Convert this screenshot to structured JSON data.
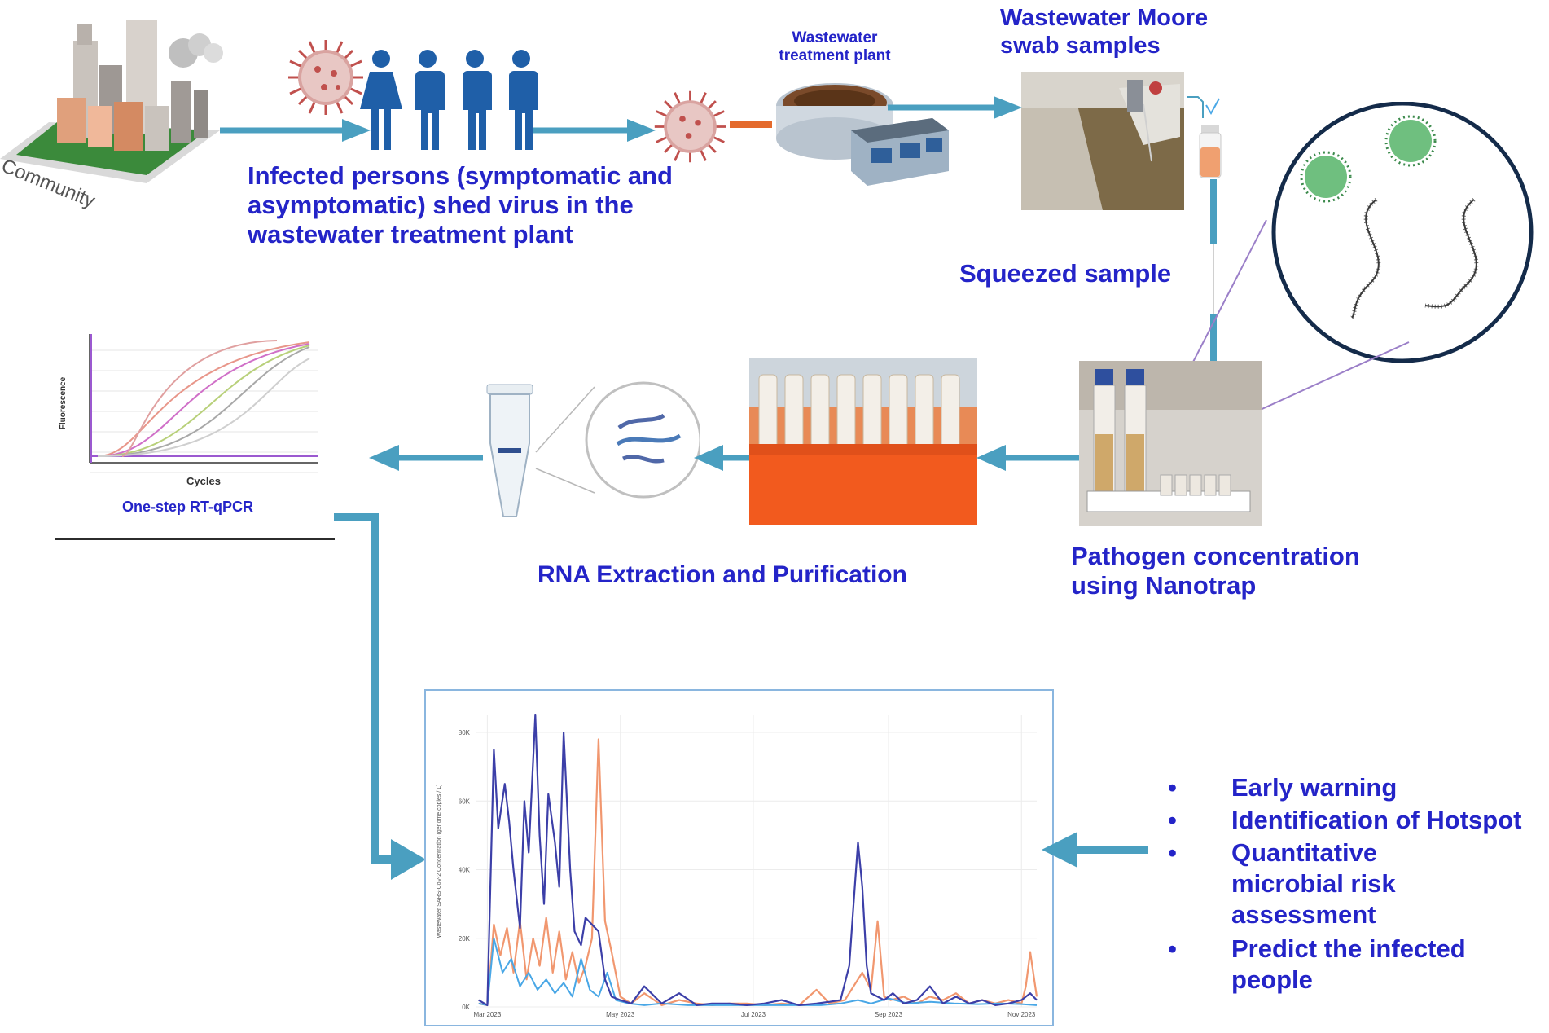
{
  "labels": {
    "community": "Community",
    "infected_persons": [
      "Infected persons (symptomatic and",
      "asymptomatic) shed virus in the",
      "wastewater treatment plant"
    ],
    "wwtp": [
      "Wastewater",
      "treatment plant"
    ],
    "moore_swab": [
      "Wastewater Moore",
      "swab samples"
    ],
    "squeezed": "Squeezed sample",
    "pathogen_concentration": [
      "Pathogen concentration",
      "using Nanotrap"
    ],
    "rna_extraction": "RNA Extraction and Purification",
    "rtqpcr": "One-step RT-qPCR"
  },
  "qpcr_plot": {
    "ylabel": "Fluorescence",
    "xlabel": "Cycles"
  },
  "outcomes": [
    "Early warning",
    "Identification of Hotspot",
    "Quantitative microbial risk assessment",
    "Predict the infected people"
  ],
  "colors": {
    "label_blue": "#2424c8",
    "arrow_teal": "#4a9fc0",
    "person_blue": "#1f5fa8",
    "virus_red": "#c0504d",
    "series_dark": "#3c3fa8",
    "series_orange": "#ef8c5f",
    "series_light": "#49a7e6"
  },
  "chart_data": {
    "type": "line",
    "ylabel": "Wastewater SARS-CoV-2 Concentration (genome copies / L)",
    "xlabel": "",
    "ylim": [
      0,
      85000
    ],
    "y_ticks": [
      "0K",
      "20K",
      "40K",
      "60K",
      "80K"
    ],
    "x_ticks": [
      "Mar 2023",
      "May 2023",
      "Jul 2023",
      "Sep 2023",
      "Nov 2023"
    ],
    "x_range": [
      "2023-02-24",
      "2023-11-08"
    ],
    "grid": true,
    "series": [
      {
        "x": [
          "2023-02-25",
          "2023-03-01",
          "2023-03-04",
          "2023-03-06",
          "2023-03-09",
          "2023-03-11",
          "2023-03-13",
          "2023-03-16",
          "2023-03-18",
          "2023-03-20",
          "2023-03-23",
          "2023-03-25",
          "2023-03-27",
          "2023-03-29",
          "2023-04-01",
          "2023-04-03",
          "2023-04-05",
          "2023-04-08",
          "2023-04-10",
          "2023-04-13",
          "2023-04-15",
          "2023-04-18",
          "2023-04-21",
          "2023-04-24",
          "2023-04-27",
          "2023-05-01",
          "2023-05-06",
          "2023-05-12",
          "2023-05-20",
          "2023-05-28",
          "2023-06-05",
          "2023-06-12",
          "2023-06-20",
          "2023-06-28",
          "2023-07-06",
          "2023-07-14",
          "2023-07-22",
          "2023-07-30",
          "2023-08-05",
          "2023-08-10",
          "2023-08-14",
          "2023-08-16",
          "2023-08-18",
          "2023-08-20",
          "2023-08-22",
          "2023-08-24",
          "2023-08-27",
          "2023-08-30",
          "2023-09-03",
          "2023-09-08",
          "2023-09-14",
          "2023-09-20",
          "2023-09-26",
          "2023-10-02",
          "2023-10-08",
          "2023-10-14",
          "2023-10-20",
          "2023-10-26",
          "2023-11-01",
          "2023-11-05",
          "2023-11-08"
        ],
        "values": [
          2000,
          500,
          75000,
          52000,
          65000,
          54000,
          40000,
          23000,
          60000,
          45000,
          85000,
          50000,
          30000,
          62000,
          48000,
          35000,
          80000,
          40000,
          22000,
          18000,
          26000,
          24000,
          22000,
          8000,
          3000,
          2000,
          1000,
          6000,
          1000,
          4000,
          500,
          1000,
          1000,
          500,
          1000,
          2000,
          500,
          1000,
          1500,
          2000,
          12000,
          30000,
          48000,
          35000,
          12000,
          4000,
          3000,
          2000,
          4000,
          1000,
          2000,
          6000,
          1000,
          3000,
          1000,
          2000,
          500,
          1000,
          2000,
          4000,
          2000
        ]
      },
      {
        "x": [
          "2023-02-25",
          "2023-03-01",
          "2023-03-04",
          "2023-03-07",
          "2023-03-10",
          "2023-03-13",
          "2023-03-16",
          "2023-03-19",
          "2023-03-22",
          "2023-03-25",
          "2023-03-28",
          "2023-03-31",
          "2023-04-03",
          "2023-04-06",
          "2023-04-09",
          "2023-04-12",
          "2023-04-15",
          "2023-04-18",
          "2023-04-21",
          "2023-04-24",
          "2023-04-27",
          "2023-05-01",
          "2023-05-06",
          "2023-05-12",
          "2023-05-20",
          "2023-05-28",
          "2023-06-05",
          "2023-06-12",
          "2023-06-20",
          "2023-06-28",
          "2023-07-06",
          "2023-07-14",
          "2023-07-22",
          "2023-07-30",
          "2023-08-05",
          "2023-08-12",
          "2023-08-16",
          "2023-08-20",
          "2023-08-24",
          "2023-08-27",
          "2023-08-30",
          "2023-09-02",
          "2023-09-08",
          "2023-09-14",
          "2023-09-20",
          "2023-09-26",
          "2023-10-02",
          "2023-10-08",
          "2023-10-14",
          "2023-10-20",
          "2023-10-26",
          "2023-11-01",
          "2023-11-03",
          "2023-11-05",
          "2023-11-08"
        ],
        "values": [
          1000,
          500,
          24000,
          15000,
          23000,
          10000,
          25000,
          8000,
          20000,
          12000,
          26000,
          10000,
          22000,
          8000,
          16000,
          7000,
          12000,
          20000,
          78000,
          25000,
          16000,
          3000,
          1000,
          4000,
          500,
          2000,
          1000,
          500,
          1000,
          1000,
          500,
          1000,
          500,
          5000,
          1000,
          2000,
          6000,
          10000,
          5000,
          25000,
          3000,
          2000,
          3000,
          1000,
          3000,
          2000,
          4000,
          1000,
          2000,
          1000,
          2000,
          1000,
          6000,
          16000,
          3000
        ]
      },
      {
        "x": [
          "2023-02-25",
          "2023-03-01",
          "2023-03-04",
          "2023-03-08",
          "2023-03-12",
          "2023-03-16",
          "2023-03-20",
          "2023-03-24",
          "2023-03-28",
          "2023-04-01",
          "2023-04-05",
          "2023-04-09",
          "2023-04-13",
          "2023-04-17",
          "2023-04-21",
          "2023-04-25",
          "2023-04-29",
          "2023-05-05",
          "2023-05-12",
          "2023-05-20",
          "2023-06-01",
          "2023-06-15",
          "2023-07-01",
          "2023-07-15",
          "2023-08-01",
          "2023-08-10",
          "2023-08-18",
          "2023-08-24",
          "2023-09-01",
          "2023-09-10",
          "2023-09-20",
          "2023-10-01",
          "2023-10-12",
          "2023-10-22",
          "2023-11-01",
          "2023-11-08"
        ],
        "values": [
          1000,
          500,
          20000,
          10000,
          14000,
          6000,
          10000,
          5000,
          8000,
          4000,
          7000,
          3000,
          14000,
          5000,
          3000,
          10000,
          2000,
          1000,
          500,
          1000,
          500,
          500,
          500,
          500,
          500,
          1000,
          2000,
          1000,
          2500,
          1000,
          1500,
          1000,
          800,
          1000,
          800,
          500
        ]
      }
    ]
  }
}
